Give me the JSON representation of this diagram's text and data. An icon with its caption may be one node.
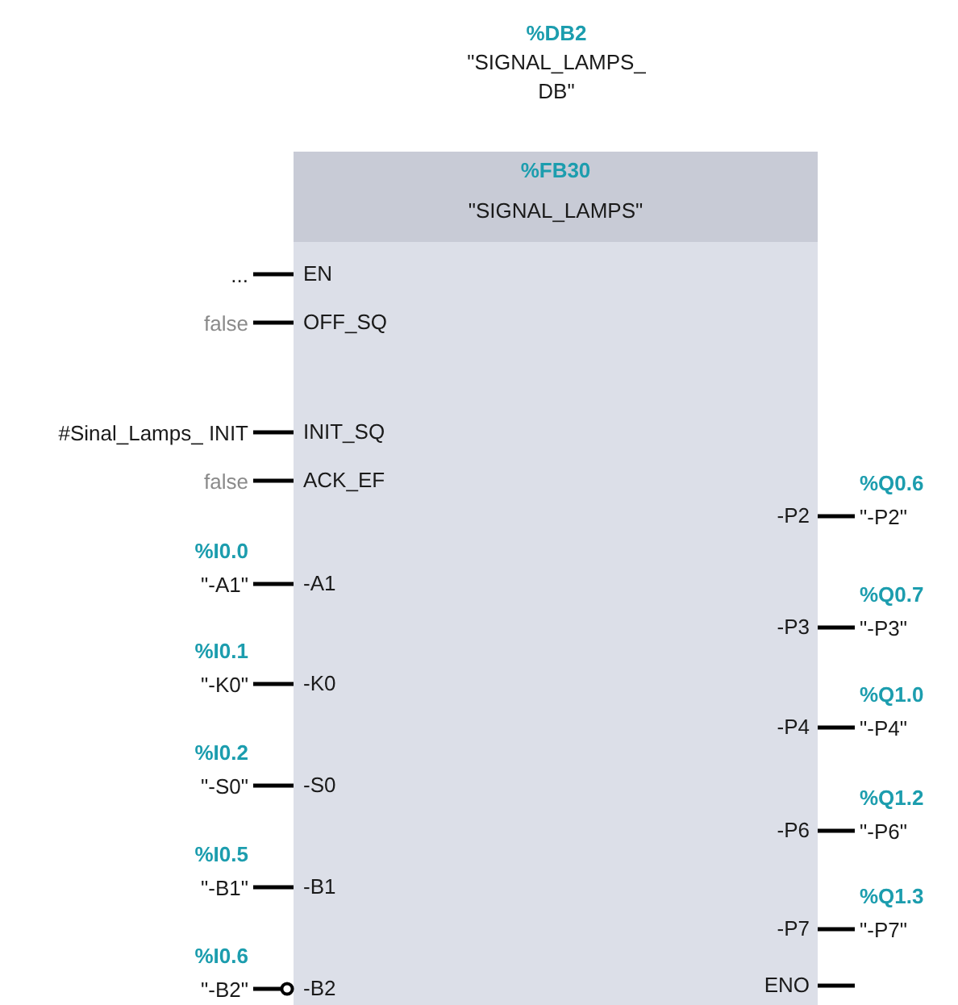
{
  "diagram": {
    "nodes": [
      {
        "text": [
          "%FB30",
          "\"SIGNAL_LAMPS\""
        ],
        "beside": [
          "%DB2",
          "\"SIGNAL_LAMPS_ DB\""
        ]
      },
      {
        "text": [
          "..."
        ]
      },
      {
        "text": [
          "EN"
        ],
        "in": 0
      },
      {
        "text": [
          "false"
        ]
      },
      {
        "text": [
          "OFF_SQ"
        ],
        "in": 0
      },
      {
        "text": [
          "#Sinal_Lamps_ INIT"
        ]
      },
      {
        "text": [
          "INIT_SQ"
        ],
        "in": 0
      },
      {
        "text": [
          "false"
        ]
      },
      {
        "text": [
          "ACK_EF"
        ],
        "in": 0
      },
      {
        "text": [
          "%I0.0",
          "\"-A1\""
        ]
      },
      {
        "text": [
          "-A1"
        ],
        "in": 0
      },
      {
        "text": [
          "%I0.1",
          "\"-K0\""
        ]
      },
      {
        "text": [
          "-K0"
        ],
        "in": 0
      },
      {
        "text": [
          "%I0.2",
          "\"-S0\""
        ]
      },
      {
        "text": [
          "-S0"
        ],
        "in": 0
      },
      {
        "text": [
          "%I0.5",
          "\"-B1\""
        ]
      },
      {
        "text": [
          "-B1"
        ],
        "in": 0
      },
      {
        "text": [
          "%I0.6",
          "\"-B2\""
        ]
      },
      {
        "text": [
          "-B2"
        ],
        "in": 0
      },
      {
        "text": [
          "-P2"
        ],
        "in": 0
      },
      {
        "text": [
          "%Q0.6",
          "\"-P2\""
        ]
      },
      {
        "text": [
          "-P3"
        ],
        "in": 0
      },
      {
        "text": [
          "%Q0.7",
          "\"-P3\""
        ]
      },
      {
        "text": [
          "-P4"
        ],
        "in": 0
      },
      {
        "text": [
          "%Q1.0",
          "\"-P4\""
        ]
      },
      {
        "text": [
          "-P6"
        ],
        "in": 0
      },
      {
        "text": [
          "%Q1.2",
          "\"-P6\""
        ]
      },
      {
        "text": [
          "-P7"
        ],
        "in": 0
      },
      {
        "text": [
          "%Q1.3",
          "\"-P7\""
        ]
      },
      {
        "text": [
          "ENO"
        ],
        "in": 0
      }
    ],
    "edges": [
      {
        "from": 1,
        "to": 2,
        "arrow": "none"
      },
      {
        "from": 3,
        "to": 4,
        "arrow": "none"
      },
      {
        "from": 5,
        "to": 6,
        "arrow": "none"
      },
      {
        "from": 7,
        "to": 8,
        "arrow": "none"
      },
      {
        "from": 9,
        "to": 10,
        "arrow": "none"
      },
      {
        "from": 11,
        "to": 12,
        "arrow": "none"
      },
      {
        "from": 13,
        "to": 14,
        "arrow": "none"
      },
      {
        "from": 15,
        "to": 16,
        "arrow": "none"
      },
      {
        "from": 17,
        "to": 18,
        "arrow": "other"
      },
      {
        "from": 19,
        "to": 20,
        "arrow": "none"
      },
      {
        "from": 21,
        "to": 22,
        "arrow": "none"
      },
      {
        "from": 23,
        "to": 24,
        "arrow": "none"
      },
      {
        "from": 25,
        "to": 26,
        "arrow": "none"
      },
      {
        "from": 27,
        "to": 28,
        "arrow": "none"
      },
      {
        "from": 29,
        "to": null,
        "arrow": "none"
      }
    ]
  }
}
